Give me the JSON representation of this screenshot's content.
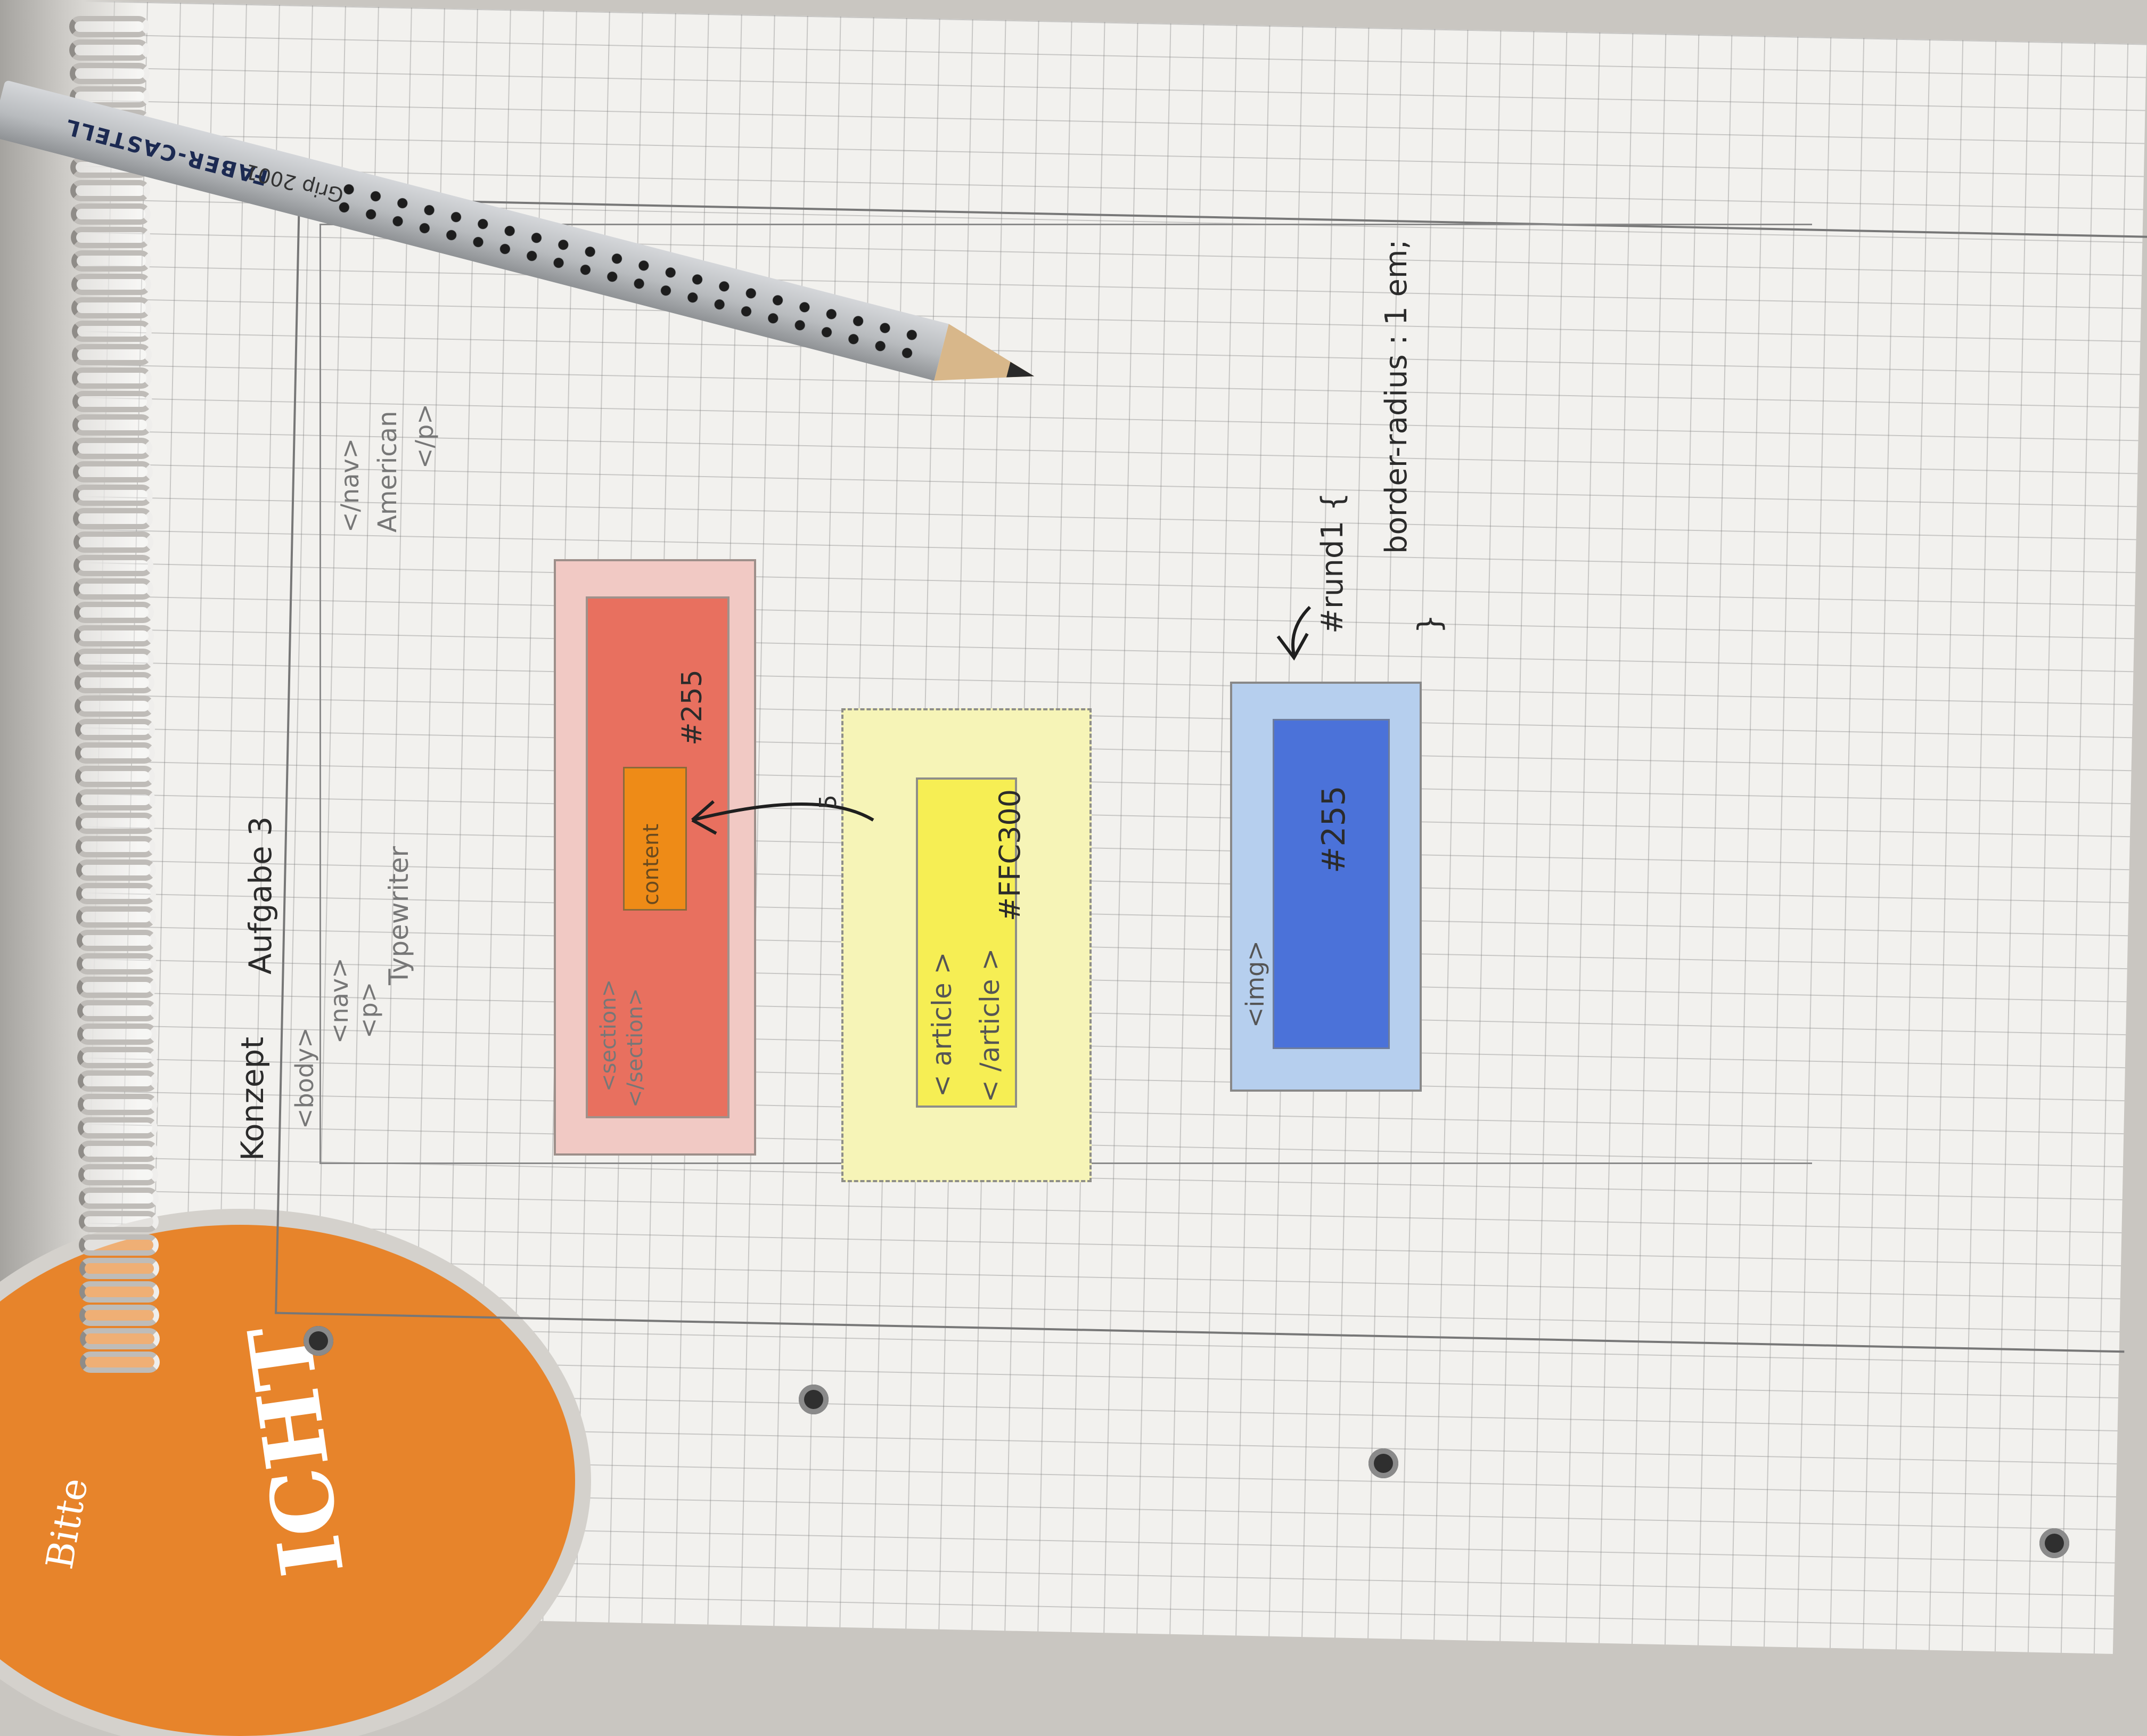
{
  "notes": {
    "heading_left": "Konzept",
    "heading_right": "Aufgabe 3",
    "body_open": "<body>",
    "nav_open": "<nav>",
    "p_open": "<p>",
    "typewriter": "Typewriter",
    "nav_close": "</nav>",
    "american": "American",
    "p_close": "</p>",
    "section_open": "<section>",
    "section_close": "</section>",
    "content_label": "content",
    "red_color": "#255",
    "arrow_mark": "5",
    "article_open": "< article >",
    "article_close": "< /article >",
    "yellow_color": "#FFC300",
    "img_label": "<img>",
    "blue_color": "#255",
    "css_selector": "#rund1 {",
    "css_rule": "border-radius : 1 em;",
    "css_close": "}"
  },
  "pencil": {
    "brand": "FABER-CASTELL",
    "model": "Grip 2001"
  },
  "cup": {
    "text": "ICHT",
    "small": "Bitte"
  },
  "colors": {
    "red": "#e8705f",
    "orange": "#ee8b17",
    "yellow": "#f6ee54",
    "blue": "#4b72d9"
  }
}
